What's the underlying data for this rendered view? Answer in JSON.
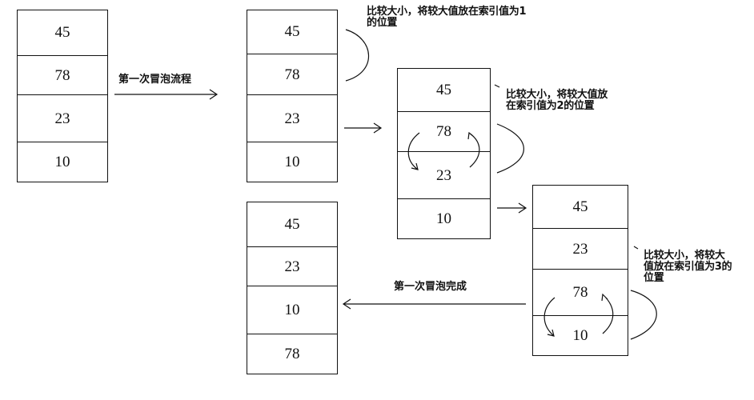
{
  "columns": {
    "initial": [
      "45",
      "78",
      "23",
      "10"
    ],
    "step1": [
      "45",
      "78",
      "23",
      "10"
    ],
    "step2": [
      "45",
      "78",
      "23",
      "10"
    ],
    "step3": [
      "45",
      "23",
      "78",
      "10"
    ],
    "final": [
      "45",
      "23",
      "10",
      "78"
    ]
  },
  "labels": {
    "first_pass_flow": "第一次冒泡流程",
    "first_pass_done": "第一次冒泡完成"
  },
  "notes": {
    "compare1": [
      "比较大小，将较大值放在索引值为1",
      "的位置"
    ],
    "compare2": [
      "比较大小，将较大值放",
      "在索引值为2的位置"
    ],
    "compare3": [
      "比较大小，将较大",
      "值放在索引值为3的",
      "位置"
    ]
  }
}
